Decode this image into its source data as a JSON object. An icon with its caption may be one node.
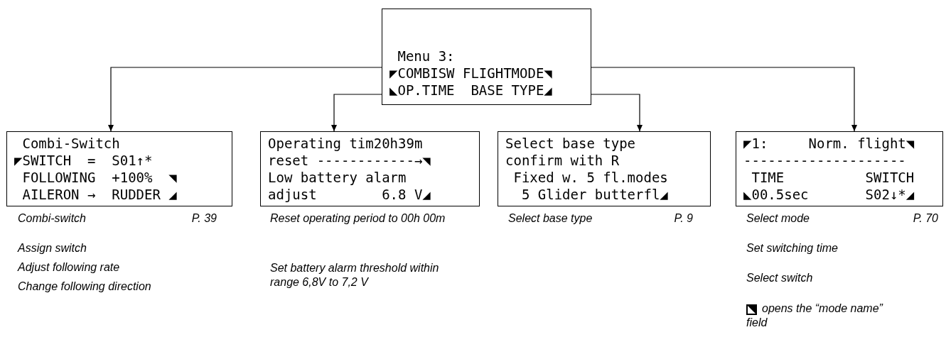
{
  "diagram": {
    "nodes": [
      {
        "text": [
          "Menu 3:",
          "◤COMBISW FLIGHTMODE◥",
          "◣OP.TIME  BASE TYPE◢"
        ]
      },
      {
        "text": [
          "Combi-Switch",
          "◤SWITCH  =  S01↑*",
          "FOLLOWING  +100%  ◥",
          "AILERON →  RUDDER ◢"
        ],
        "beside": [
          "Combi-switch",
          "P. 39",
          "Assign switch",
          "Adjust following rate",
          "Change following direction"
        ]
      },
      {
        "text": [
          "Operating tim20h39m",
          "reset ------------→◥",
          "Low battery alarm",
          "adjust        6.8 V◢"
        ],
        "beside": [
          "Reset operating period to 00h 00m",
          "Set battery alarm threshold within range 6,8V to 7,2 V"
        ]
      },
      {
        "text": [
          "Select base type",
          "confirm with R",
          "Fixed w. 5 fl.modes",
          "5 Glider butterfl◢"
        ],
        "beside": [
          "Select base type",
          "P. 9"
        ]
      },
      {
        "text": [
          "◤1:     Norm. flight◥",
          "--------------------",
          "TIME          SWITCH",
          "◣00.5sec       S02↓*◢"
        ],
        "beside": [
          "Select mode",
          "P. 70",
          "Set switching time",
          "Select switch",
          "opens the “mode name” field"
        ]
      }
    ],
    "edges": [
      {
        "from": 0,
        "to": 1,
        "arrow": "to"
      },
      {
        "from": 0,
        "to": 2,
        "arrow": "to"
      },
      {
        "from": 0,
        "to": 3,
        "arrow": "to"
      },
      {
        "from": 0,
        "to": 4,
        "arrow": "to"
      }
    ]
  }
}
